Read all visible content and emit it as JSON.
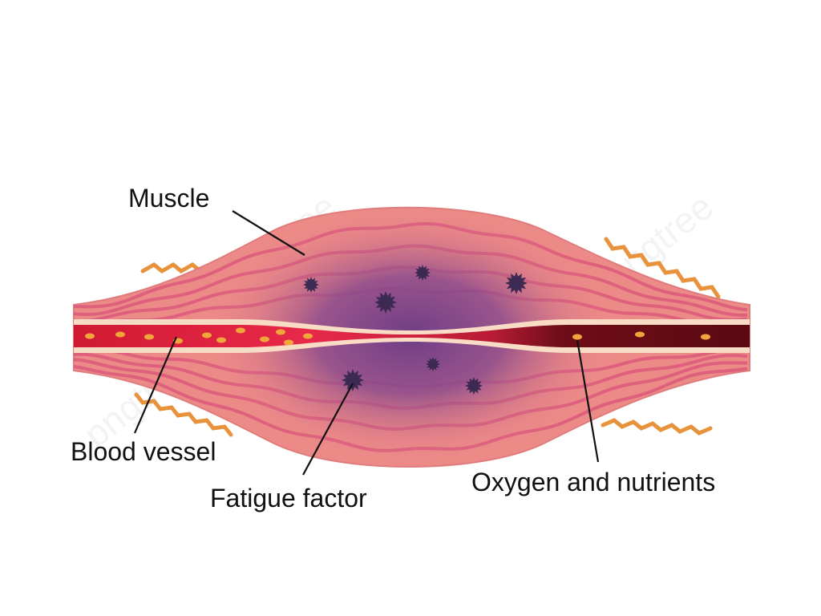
{
  "labels": {
    "muscle": "Muscle",
    "blood_vessel": "Blood vessel",
    "fatigue_factor": "Fatigue factor",
    "oxygen_nutrients": "Oxygen and nutrients"
  },
  "watermark": {
    "text": "pngtree"
  },
  "colors": {
    "muscle_base": "#ec8a88",
    "muscle_edge": "#e07c7c",
    "muscle_stripe": "#d9527a",
    "fatigue_center": "#6e3d85",
    "vessel_bright": "#e01f3d",
    "vessel_dark": "#5c0a12",
    "vessel_wall": "#f8dcc6",
    "nutrient": "#f0a63a",
    "fatigue_particle": "#3c2a52",
    "heat_wave": "#e8923c",
    "leader_line": "#111111"
  }
}
